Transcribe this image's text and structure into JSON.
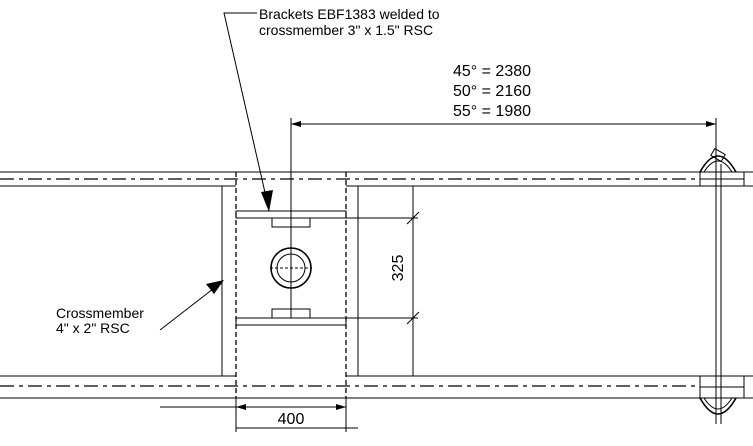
{
  "callouts": {
    "brackets_line1": "Brackets EBF1383 welded to",
    "brackets_line2": "crossmember 3\" x 1.5\" RSC",
    "crossmember_line1": "Crossmember",
    "crossmember_line2": "4\" x 2\" RSC"
  },
  "angle_table": [
    "45° = 2380",
    "50° = 2160",
    "55° = 1980"
  ],
  "dimensions": {
    "vertical": "325",
    "horizontal": "400"
  }
}
